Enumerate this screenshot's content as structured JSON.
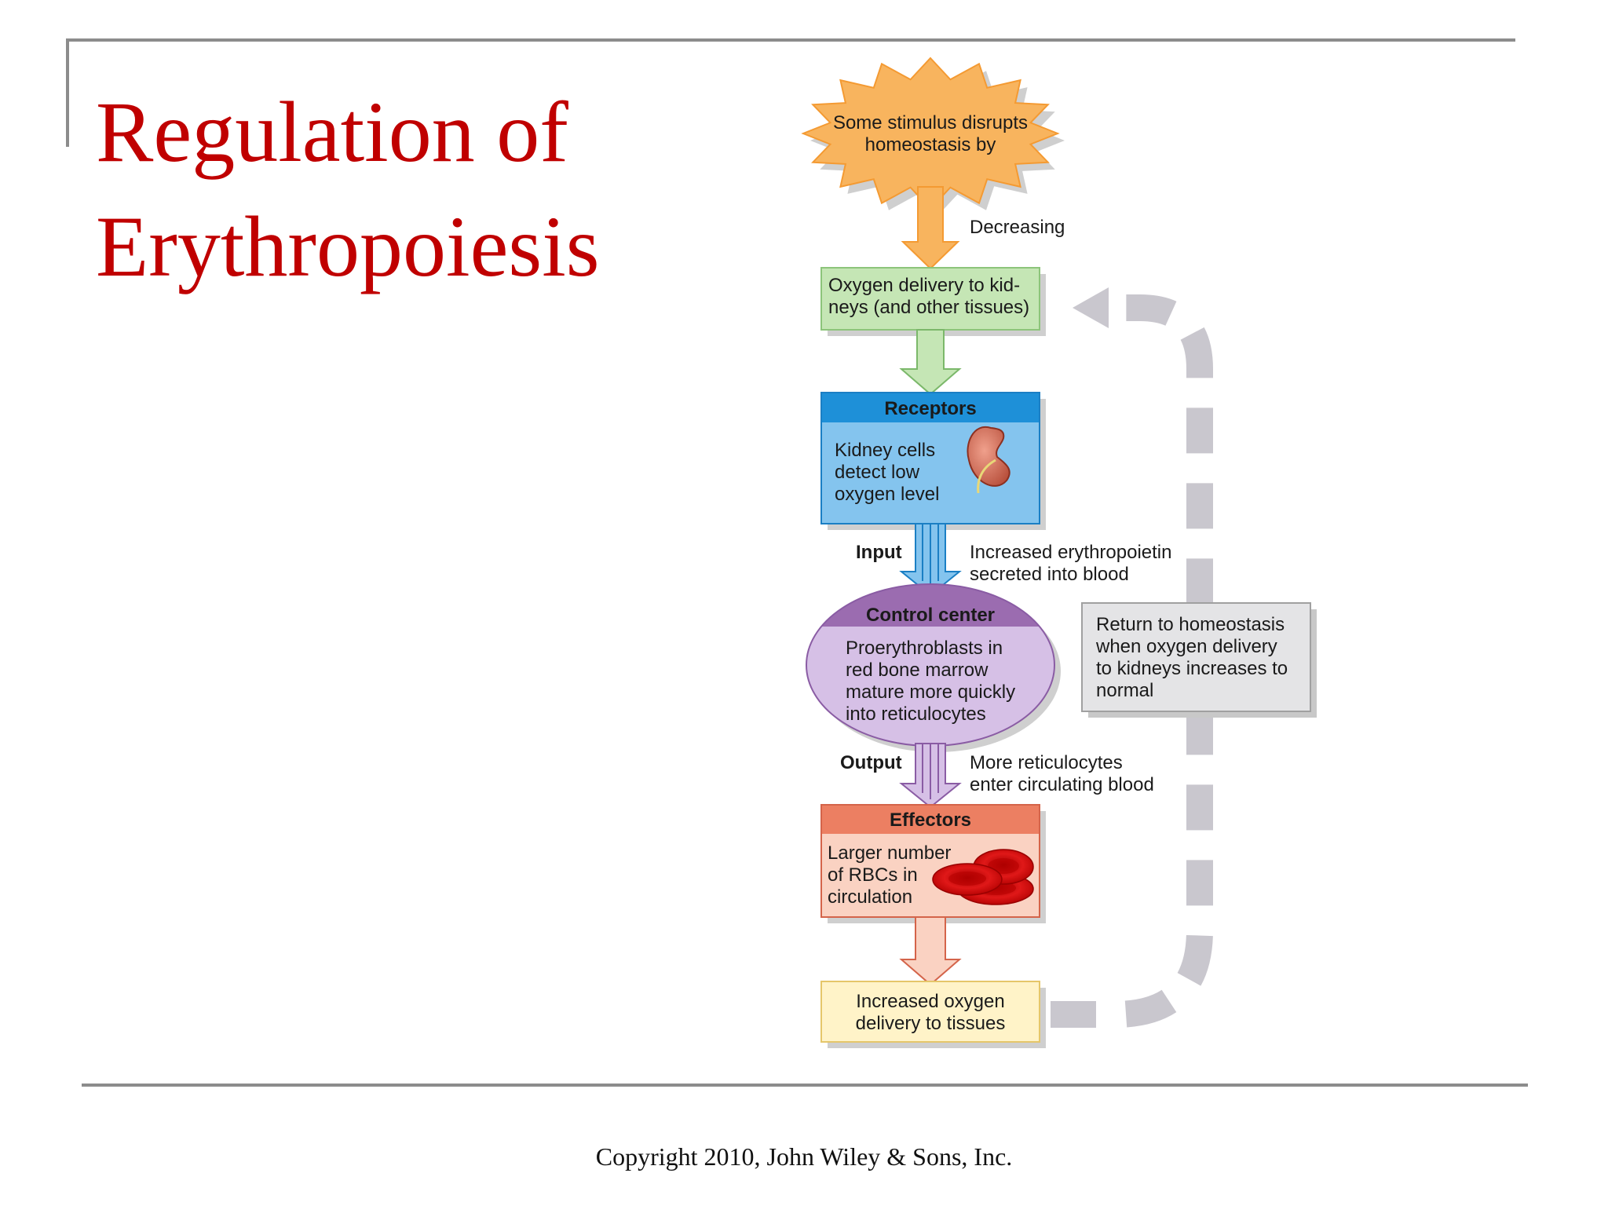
{
  "slide": {
    "title_line1": "Regulation of",
    "title_line2": "Erythropoiesis",
    "copyright": "Copyright 2010, John Wiley & Sons, Inc."
  },
  "diagram": {
    "stimulus": [
      "Some stimulus disrupts",
      "homeostasis by"
    ],
    "decreasing": "Decreasing",
    "controlled_condition": [
      "Oxygen delivery to kid-",
      "neys (and other tissues)"
    ],
    "receptors_header": "Receptors",
    "receptors_body": [
      "Kidney cells",
      "detect low",
      "oxygen level"
    ],
    "input_label": "Input",
    "input_text": [
      "Increased erythropoietin",
      "secreted into blood"
    ],
    "control_header": "Control center",
    "control_body": [
      "Proerythroblasts in",
      "red bone marrow",
      "mature more quickly",
      "into reticulocytes"
    ],
    "output_label": "Output",
    "output_text": [
      "More reticulocytes",
      "enter circulating blood"
    ],
    "effectors_header": "Effectors",
    "effectors_body": [
      "Larger number",
      "of RBCs in",
      "circulation"
    ],
    "response": [
      "Increased oxygen",
      "delivery to tissues"
    ],
    "return_text": [
      "Return to homeostasis",
      "when oxygen delivery",
      "to kidneys increases to",
      "normal"
    ]
  },
  "colors": {
    "title": "#c00000",
    "stimulus": "#f8b45e",
    "condition": "#c5e6b5",
    "receptors_header": "#1e90d8",
    "receptors_body": "#84c4ee",
    "control_header": "#9b6cb0",
    "control_body": "#d6c0e6",
    "effectors_header": "#ec7f62",
    "effectors_body": "#fad2c2",
    "response": "#fff3c8",
    "feedback": "#c9c7ce"
  }
}
